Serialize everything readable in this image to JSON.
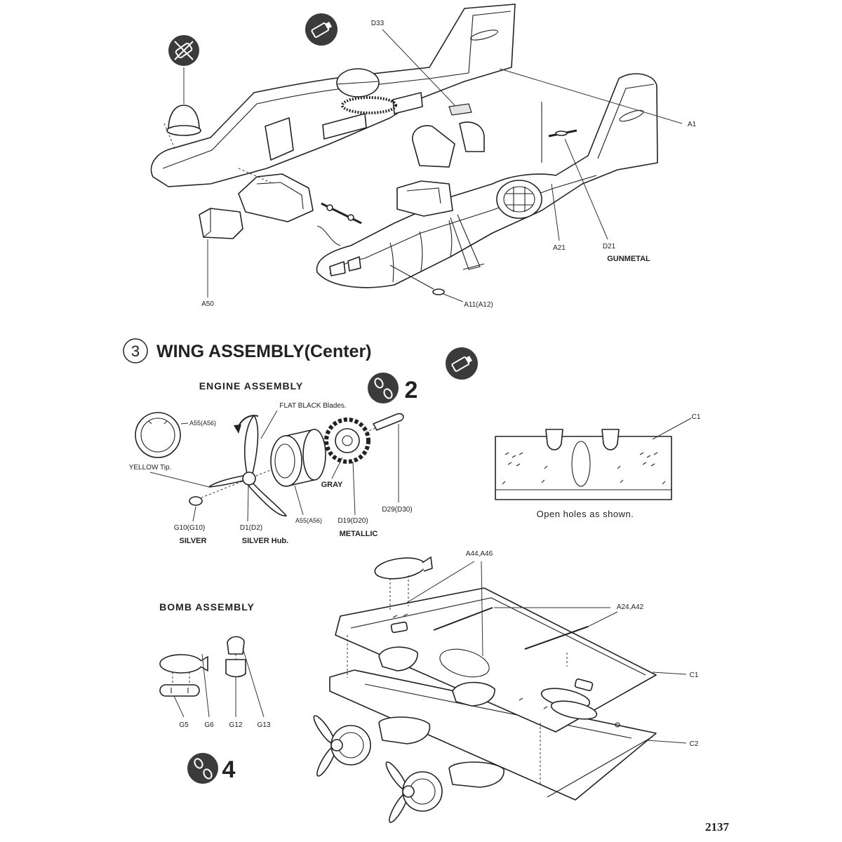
{
  "colors": {
    "ink": "#222222",
    "icon": "#3b3b3b",
    "paper": "#ffffff"
  },
  "icons": {
    "no_cement": "no-cement-icon",
    "cement": "cement-icon",
    "parts_quantity": "parts-quantity-icon"
  },
  "fuselage_step": {
    "callouts": {
      "d33": "D33",
      "a1": "A1",
      "a21": "A21",
      "d21": "D21",
      "d21_paint": "GUNMETAL",
      "a50": "A50",
      "a11": "A11(A12)"
    }
  },
  "step3": {
    "number": "3",
    "title": "WING ASSEMBLY(Center)",
    "engine_assembly": {
      "heading": "ENGINE ASSEMBLY",
      "quantity": "2",
      "callouts": {
        "blades": "FLAT BLACK Blades.",
        "ring": "A55(A56)",
        "tip": "YELLOW Tip.",
        "engine_paint": "GRAY",
        "spinner": "D29(D30)",
        "cowling": "A55(A56)",
        "g10": "G10(G10)",
        "g10_paint": "SILVER",
        "d1": "D1(D2)",
        "d1_paint": "SILVER Hub.",
        "d19": "D19(D20)",
        "d19_paint": "METALLIC"
      }
    },
    "wing_panel_holes": {
      "part": "C1",
      "note": "Open holes as shown."
    },
    "bomb_assembly": {
      "heading": "BOMB ASSEMBLY",
      "quantity": "4",
      "parts": [
        "G5",
        "G6",
        "G12",
        "G13"
      ]
    },
    "wing_assembly": {
      "callouts": {
        "a44_a46": "A44,A46",
        "a24_a42": "A24,A42",
        "c1": "C1",
        "c2": "C2"
      }
    }
  },
  "page_number": "2137"
}
